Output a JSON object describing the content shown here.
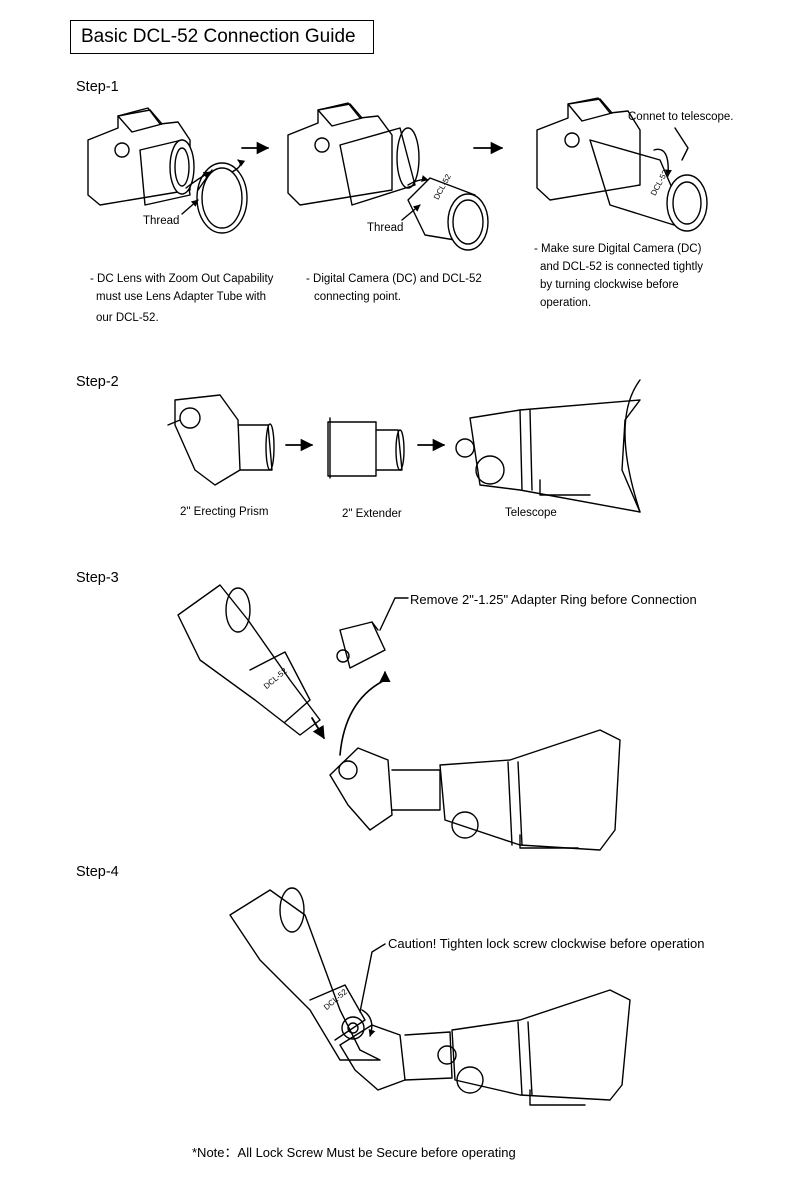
{
  "title": "Basic DCL-52 Connection Guide",
  "steps": {
    "step1": {
      "heading": "Step-1",
      "thread_label_a": "Thread",
      "thread_label_b": "Thread",
      "dcl_tag_a": "DCL-52",
      "dcl_tag_b": "DCL-52",
      "telescope_callout": "Connet to telescope.",
      "caption_1": [
        "- DC Lens with Zoom Out Capability",
        "must use Lens Adapter Tube with",
        "our DCL-52."
      ],
      "caption_2": [
        "- Digital Camera (DC) and DCL-52",
        "connecting point."
      ],
      "caption_3": [
        "- Make sure Digital Camera (DC)",
        "and DCL-52 is connected tightly",
        "by turning clockwise before",
        "operation."
      ]
    },
    "step2": {
      "heading": "Step-2",
      "prism_label": "2\" Erecting Prism",
      "extender_label": "2\" Extender",
      "telescope_label": "Telescope"
    },
    "step3": {
      "heading": "Step-3",
      "dcl_tag": "DCL-52",
      "callout": "Remove 2\"-1.25\" Adapter Ring  before Connection"
    },
    "step4": {
      "heading": "Step-4",
      "dcl_tag": "DCL-52",
      "callout": "Caution! Tighten lock screw clockwise before operation"
    }
  },
  "note": "*Note：All Lock Screw Must be Secure before operating",
  "colors": {
    "ink": "#000000",
    "paper": "#ffffff"
  }
}
